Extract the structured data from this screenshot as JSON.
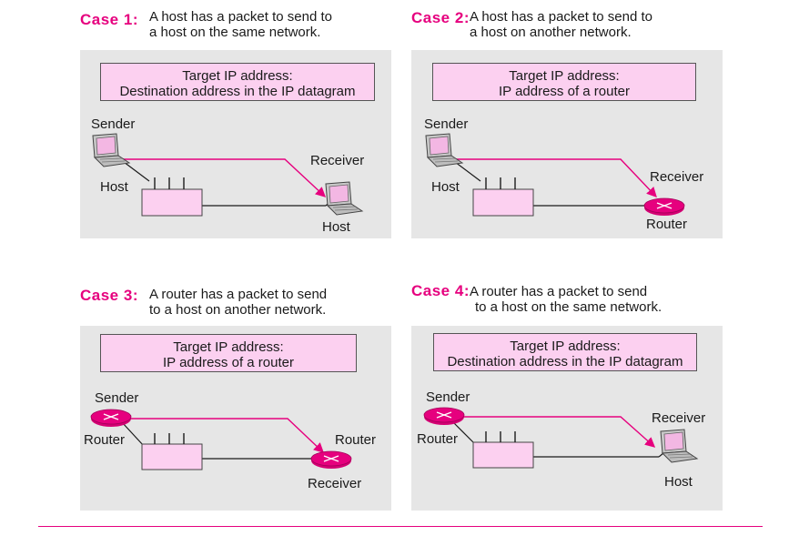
{
  "case1": {
    "label": "Case 1:",
    "desc_line1": "A host has a packet to send to",
    "desc_line2": "a host on the same network.",
    "target_line1": "Target IP address:",
    "target_line2": "Destination address in the IP datagram",
    "sender_label": "Sender",
    "sender_device": "Host",
    "receiver_label": "Receiver",
    "receiver_device": "Host"
  },
  "case2": {
    "label": "Case 2:",
    "desc_line1": "A host has a packet to send to",
    "desc_line2": "a host on another network.",
    "target_line1": "Target IP address:",
    "target_line2": "IP address of a router",
    "sender_label": "Sender",
    "sender_device": "Host",
    "receiver_label": "Receiver",
    "receiver_device": "Router"
  },
  "case3": {
    "label": "Case 3:",
    "desc_line1": "A router has a packet to send",
    "desc_line2": "to a host on another network.",
    "target_line1": "Target IP address:",
    "target_line2": "IP address of a router",
    "sender_label": "Sender",
    "sender_device": "Router",
    "receiver_label": "Receiver",
    "receiver_device": "Router"
  },
  "case4": {
    "label": "Case 4:",
    "desc_line1": "A router has a packet to send",
    "desc_line2": "to a host on the same network.",
    "target_line1": "Target IP address:",
    "target_line2": "Destination address in the IP datagram",
    "sender_label": "Sender",
    "sender_device": "Router",
    "receiver_label": "Receiver",
    "receiver_device": "Host"
  },
  "colors": {
    "accent": "#e6007e",
    "panel": "#e6e6e6",
    "target_box": "#fcd0f0",
    "router": "#e6007e"
  }
}
